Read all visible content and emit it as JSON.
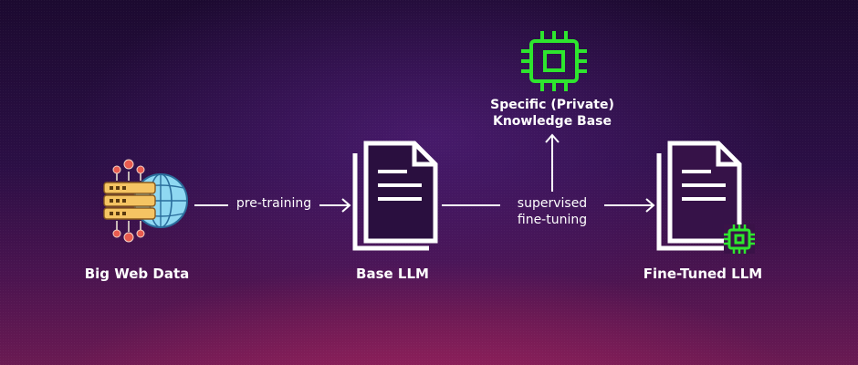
{
  "nodes": {
    "big_web_data": {
      "label": "Big Web Data"
    },
    "base_llm": {
      "label": "Base LLM"
    },
    "fine_tuned_llm": {
      "label": "Fine-Tuned LLM"
    },
    "knowledge_base": {
      "label_line1": "Specific (Private)",
      "label_line2": "Knowledge Base"
    }
  },
  "edges": {
    "pretraining": {
      "label": "pre-training"
    },
    "supervised_finetuning": {
      "label_line1": "supervised",
      "label_line2": "fine-tuning"
    }
  },
  "colors": {
    "foreground": "#ffffff",
    "chip_green": "#2ee62e",
    "server_gold": "#f5c463",
    "globe_blue": "#8fd8f2",
    "node_red": "#e85b4f"
  },
  "icons": {
    "big_web_data": "server-globe-icon",
    "base_llm": "documents-icon",
    "fine_tuned_llm": "documents-icon",
    "knowledge_base": "chip-icon",
    "fine_tuned_badge": "chip-icon"
  }
}
